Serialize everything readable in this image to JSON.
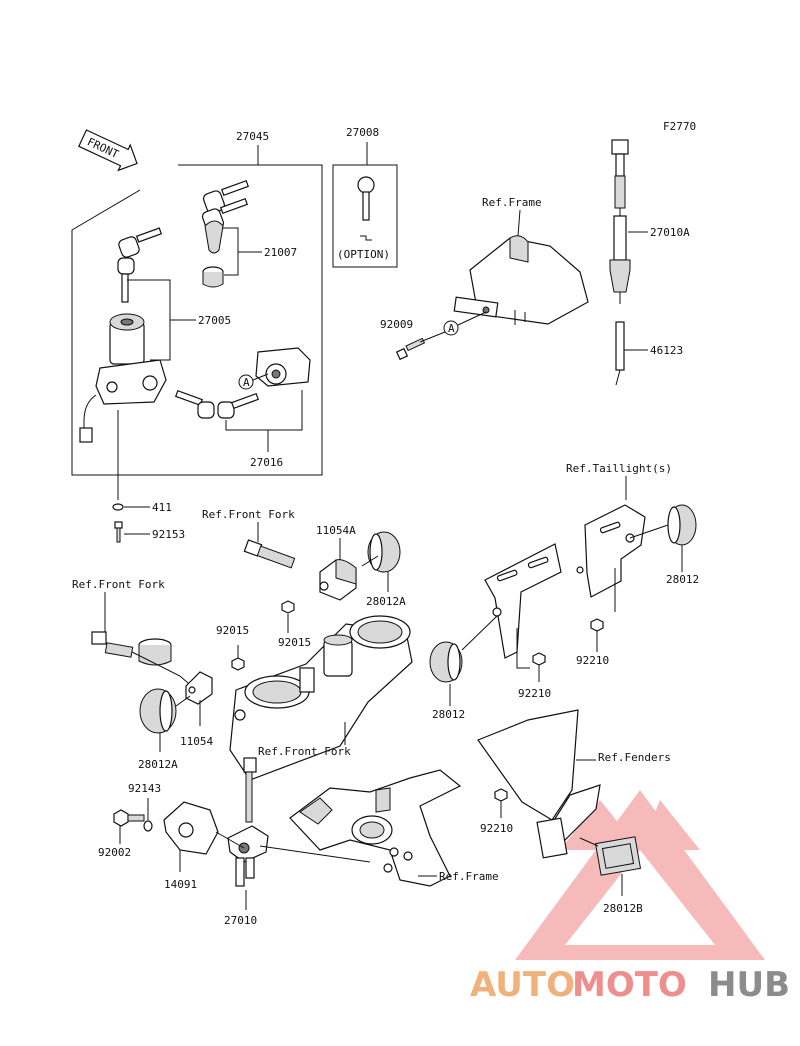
{
  "figure_code": "F2770",
  "front_arrow": "FRONT",
  "option_text": "(OPTION)",
  "circle_ref": "A",
  "callouts": {
    "p27045": "27045",
    "p27008": "27008",
    "p21007": "21007",
    "p27005": "27005",
    "p27016": "27016",
    "p411": "411",
    "p92153": "92153",
    "p27010A": "27010A",
    "p46123": "46123",
    "p92009": "92009",
    "p11054A": "11054A",
    "p28012A_top": "28012A",
    "p92015_a": "92015",
    "p92015_b": "92015",
    "p11054": "11054",
    "p28012A_bottom": "28012A",
    "p28012_right": "28012",
    "p92210_a": "92210",
    "p92210_b": "92210",
    "p28012_mid": "28012",
    "p92210_c": "92210",
    "p28012B": "28012B",
    "p92143": "92143",
    "p92002": "92002",
    "p14091": "14091",
    "p27010": "27010"
  },
  "refs": {
    "frame_top": "Ref.Frame",
    "front_fork_1": "Ref.Front Fork",
    "front_fork_2": "Ref.Front Fork",
    "front_fork_3": "Ref.Front Fork",
    "taillights": "Ref.Taillight(s)",
    "fenders": "Ref.Fenders",
    "frame_bottom": "Ref.Frame"
  },
  "watermark": {
    "part1": "AUTO",
    "part2": "MOTO",
    "part3": "HUB"
  },
  "colors": {
    "watermark_orange": "#f0b27a",
    "watermark_red": "#ef8e8e",
    "watermark_grey": "#8c8c8c",
    "line": "#111111"
  }
}
